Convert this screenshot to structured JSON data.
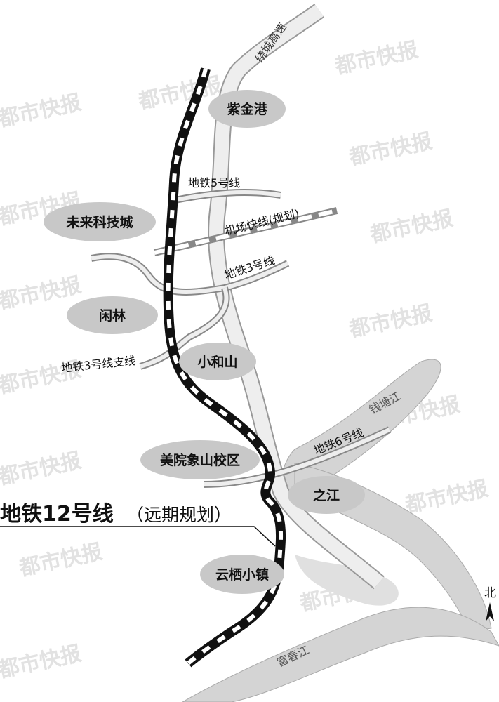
{
  "title": {
    "main": "地铁12号线",
    "sub": "（远期规划）"
  },
  "watermark": "都市快报",
  "roads": {
    "ring_expressway": "绕城高速"
  },
  "places": {
    "zijingang": "紫金港",
    "future_sci_city": "未来科技城",
    "xianlin": "闲林",
    "xiaoheshan": "小和山",
    "academy_xiangshan": "美院象山校区",
    "zhijiang": "之江",
    "yunqi": "云栖小镇"
  },
  "lines": {
    "line5": "地铁5号线",
    "airport": "机场快线(规划)",
    "line3": "地铁3号线",
    "line3_branch": "地铁3号线支线",
    "line6": "地铁6号线"
  },
  "rivers": {
    "qiantang": "钱塘江",
    "fuchun": "富春江"
  },
  "compass": {
    "north": "北"
  },
  "colors": {
    "line12": "#111111",
    "river": "#d4d4d4",
    "station_ellipse": "#c8c8c8"
  }
}
